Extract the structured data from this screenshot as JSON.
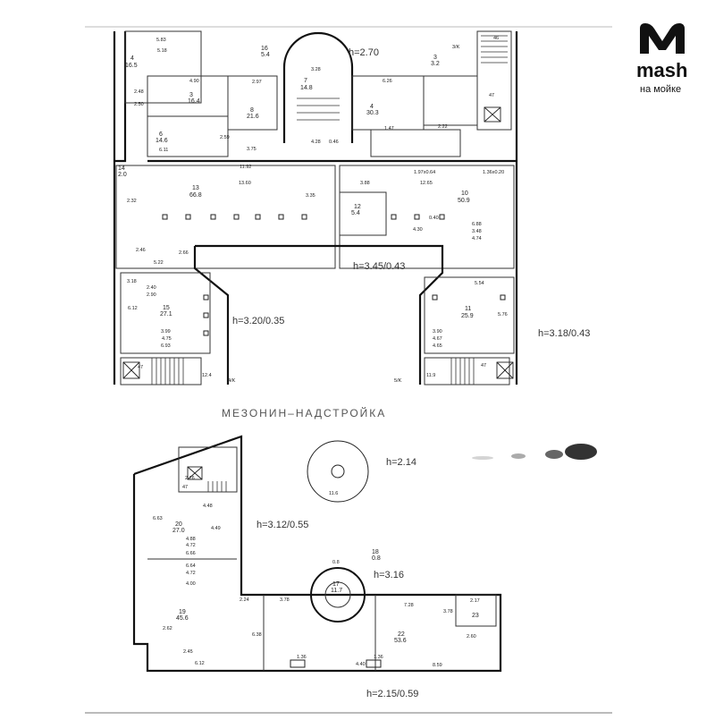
{
  "logo": {
    "word": "mash",
    "sub": "на мойке"
  },
  "section_title": "МЕЗОНИН–НАДСТРОЙКА",
  "heights": {
    "h270": "h=2.70",
    "h345": "h=3.45/0.43",
    "h320": "h=3.20/0.35",
    "h318": "h=3.18/0.43",
    "h214": "h=2.14",
    "h312": "h=3.12/0.55",
    "h316": "h=3.16",
    "h215": "h=2.15/0.59"
  },
  "rooms_upper": [
    {
      "id": "r16",
      "num": "16",
      "area": "5.4"
    },
    {
      "id": "r4a",
      "num": "4",
      "area": "16.5"
    },
    {
      "id": "r3a",
      "num": "3",
      "area": "16.4"
    },
    {
      "id": "r8",
      "num": "8",
      "area": "21.6"
    },
    {
      "id": "r7",
      "num": "7",
      "area": "14.8"
    },
    {
      "id": "r4b",
      "num": "4",
      "area": "30.3"
    },
    {
      "id": "r3b",
      "num": "3",
      "area": "3.2"
    },
    {
      "id": "r6",
      "num": "6",
      "area": "14.6"
    },
    {
      "id": "r13",
      "num": "13",
      "area": "66.8"
    },
    {
      "id": "r10",
      "num": "10",
      "area": "50.9"
    },
    {
      "id": "r12",
      "num": "12",
      "area": "5.4"
    },
    {
      "id": "r15",
      "num": "15",
      "area": "27.1"
    },
    {
      "id": "r11",
      "num": "11",
      "area": "25.9"
    },
    {
      "id": "r14",
      "num": "14",
      "area": "2.0"
    }
  ],
  "rooms_lower": [
    {
      "id": "r20",
      "num": "20",
      "area": "27.0"
    },
    {
      "id": "r19",
      "num": "19",
      "area": "45.6"
    },
    {
      "id": "r17",
      "num": "17",
      "area": "11.7"
    },
    {
      "id": "r22",
      "num": "22",
      "area": "53.6"
    },
    {
      "id": "r18",
      "num": "18",
      "area": "0.8"
    },
    {
      "id": "r23",
      "num": "23",
      "area": ""
    }
  ],
  "dimensions_upper": [
    "5.83",
    "5.18",
    "2.50",
    "2.48",
    "4.90",
    "2.97",
    "3.28",
    "6.26",
    "2.59",
    "3.75",
    "4.28",
    "0.46",
    "1.47",
    "2.22",
    "6.11",
    "11.92",
    "13.60",
    "1.97x0.64",
    "12.65",
    "1.36x0.20",
    "3.88",
    "3.35",
    "4.30",
    "0.40",
    "2.32",
    "5.22",
    "2.66",
    "2.46",
    "6.88",
    "3.48",
    "4.74",
    "5.54",
    "3.18",
    "2.40",
    "2.90",
    "3.99",
    "4.75",
    "6.93",
    "3.90",
    "4.67",
    "4.65",
    "5.76",
    "6.12",
    "47",
    "47",
    "46",
    "47",
    "12.4",
    "11.9",
    "4/K",
    "5/K",
    "3/K"
  ],
  "dimensions_lower": [
    "2.76",
    "47",
    "4.48",
    "6.63",
    "4.49",
    "4.88",
    "4.72",
    "6.66",
    "6.64",
    "4.72",
    "4.00",
    "2.24",
    "3.78",
    "7.28",
    "2.17",
    "3.78",
    "2.60",
    "6.38",
    "2.62",
    "2.45",
    "6.12",
    "1.36",
    "4.40",
    "1.36",
    "8.59",
    "11.6",
    "0.8"
  ]
}
